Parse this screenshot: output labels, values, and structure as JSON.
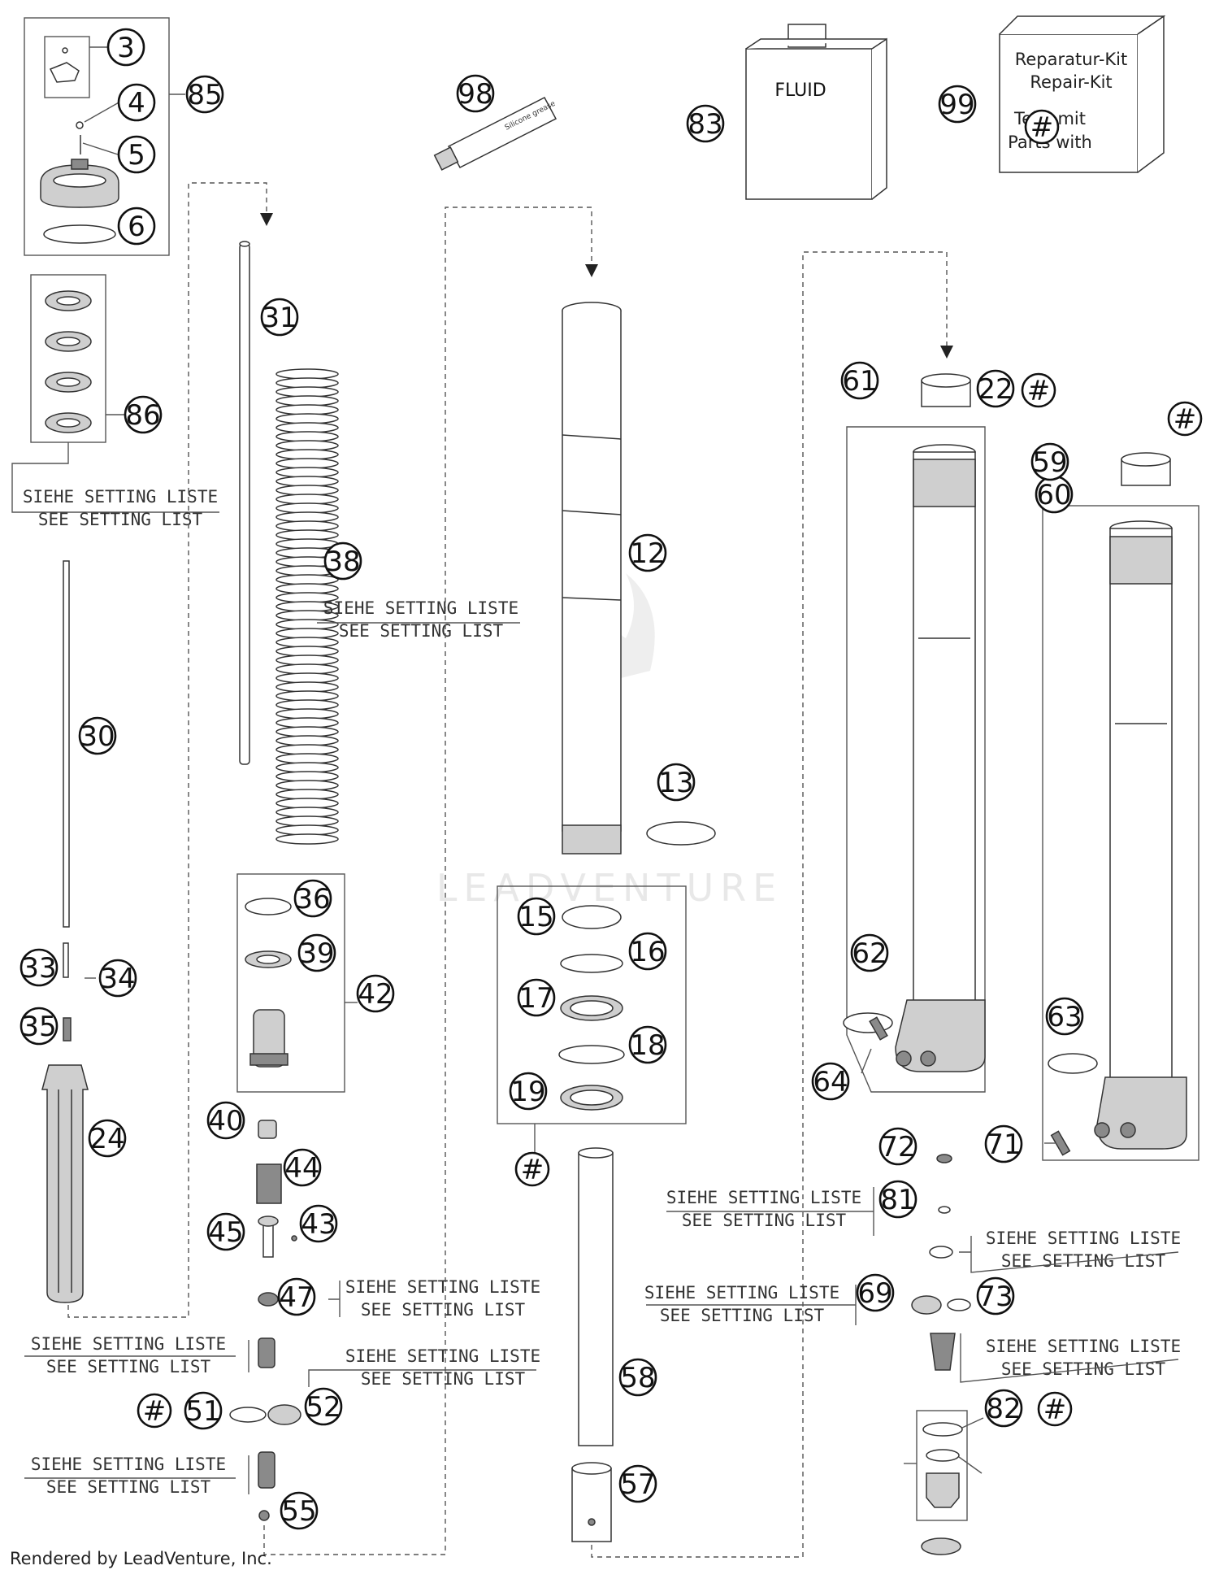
{
  "diagram": {
    "callouts": [
      "3",
      "4",
      "5",
      "6",
      "85",
      "86",
      "31",
      "38",
      "30",
      "33",
      "34",
      "35",
      "24",
      "36",
      "39",
      "42",
      "40",
      "44",
      "45",
      "43",
      "47",
      "51",
      "52",
      "55",
      "98",
      "12",
      "13",
      "15",
      "16",
      "17",
      "18",
      "19",
      "58",
      "57",
      "83",
      "99",
      "61",
      "22",
      "60",
      "59",
      "62",
      "63",
      "64",
      "71",
      "72",
      "81",
      "69",
      "73",
      "82"
    ],
    "hash_symbol": "#",
    "setting_label_de": "SIEHE SETTING LISTE",
    "setting_label_en": "SEE SETTING LIST",
    "fluid_label": "FLUID",
    "tube_label": "Silicone grease",
    "kit_text": {
      "line1": "Reparatur-Kit",
      "line2": "Repair-Kit",
      "line3": "Teile mit",
      "line4": "Parts with"
    },
    "watermark": "LEADVENTURE"
  },
  "footer": {
    "text": "Rendered by LeadVenture, Inc."
  }
}
